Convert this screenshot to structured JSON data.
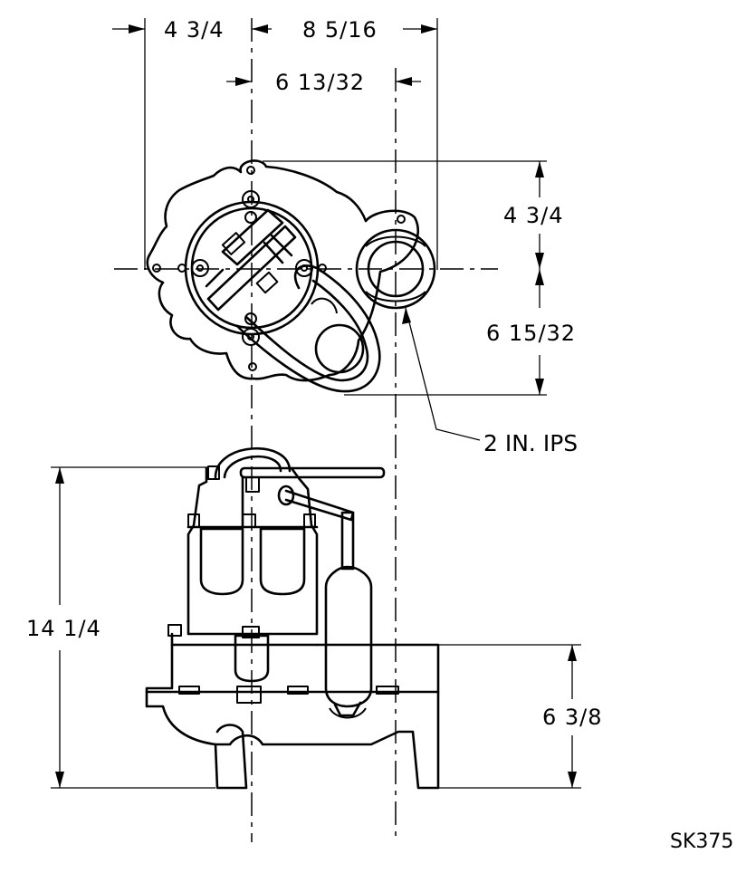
{
  "dimensions": {
    "top_left_width": "4 3/4",
    "top_right_width": "8 5/16",
    "discharge_offset": "6 13/32",
    "upper_height": "4 3/4",
    "lower_height": "6 15/32",
    "overall_height": "14 1/4",
    "base_height": "6 3/8"
  },
  "callout": {
    "discharge": "2 IN. IPS"
  },
  "sheet_id": "SK375"
}
